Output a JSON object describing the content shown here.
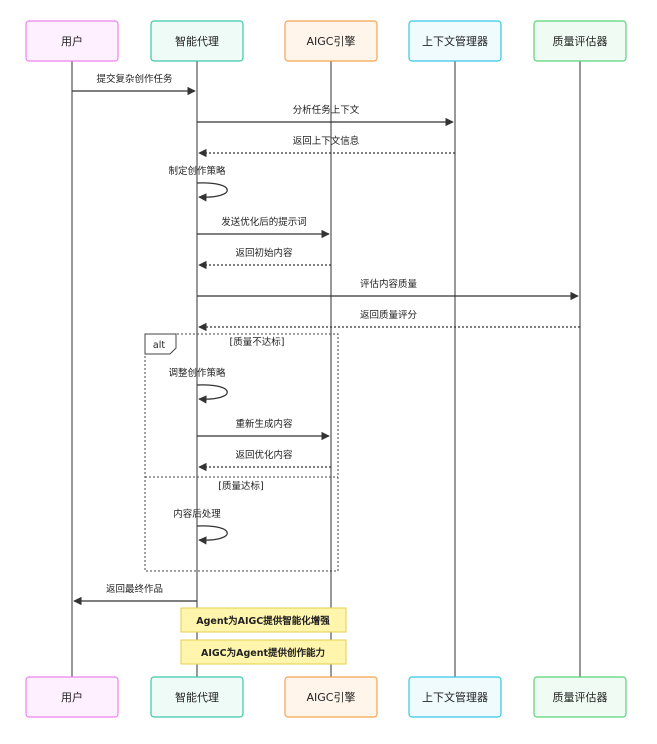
{
  "participants": [
    {
      "id": "user",
      "label": "用户",
      "stroke": "#ee82ee",
      "fill": "#fff0ff"
    },
    {
      "id": "agent",
      "label": "智能代理",
      "stroke": "#3cc8a8",
      "fill": "#eefbf7"
    },
    {
      "id": "aigc",
      "label": "AIGC引擎",
      "stroke": "#f5a450",
      "fill": "#fff5ea"
    },
    {
      "id": "context",
      "label": "上下文管理器",
      "stroke": "#35c8e6",
      "fill": "#effbfd"
    },
    {
      "id": "quality",
      "label": "质量评估器",
      "stroke": "#5ad37a",
      "fill": "#f0fcf3"
    }
  ],
  "messages": [
    {
      "from": "user",
      "to": "agent",
      "label": "提交复杂创作任务",
      "style": "solid"
    },
    {
      "from": "agent",
      "to": "context",
      "label": "分析任务上下文",
      "style": "solid"
    },
    {
      "from": "context",
      "to": "agent",
      "label": "返回上下文信息",
      "style": "dashed"
    },
    {
      "from": "agent",
      "to": "agent",
      "label": "制定创作策略",
      "style": "self"
    },
    {
      "from": "agent",
      "to": "aigc",
      "label": "发送优化后的提示词",
      "style": "solid"
    },
    {
      "from": "aigc",
      "to": "agent",
      "label": "返回初始内容",
      "style": "dashed"
    },
    {
      "from": "agent",
      "to": "quality",
      "label": "评估内容质量",
      "style": "solid"
    },
    {
      "from": "quality",
      "to": "agent",
      "label": "返回质量评分",
      "style": "dashed"
    },
    {
      "from": "agent",
      "to": "agent",
      "label": "调整创作策略",
      "style": "self"
    },
    {
      "from": "agent",
      "to": "aigc",
      "label": "重新生成内容",
      "style": "solid"
    },
    {
      "from": "aigc",
      "to": "agent",
      "label": "返回优化内容",
      "style": "dashed"
    },
    {
      "from": "agent",
      "to": "agent",
      "label": "内容后处理",
      "style": "self"
    },
    {
      "from": "agent",
      "to": "user",
      "label": "返回最终作品",
      "style": "solid"
    }
  ],
  "alt_frame": {
    "keyword": "alt",
    "branch1": "[质量不达标]",
    "branch2": "[质量达标]"
  },
  "notes": [
    {
      "text": "Agent为AIGC提供智能化增强",
      "fill": "#fff5ad",
      "stroke": "#e6d04a"
    },
    {
      "text": "AIGC为Agent提供创作能力",
      "fill": "#fff5ad",
      "stroke": "#e6d04a"
    }
  ],
  "colors": {
    "line": "#333333",
    "lifeline": "#333333"
  }
}
